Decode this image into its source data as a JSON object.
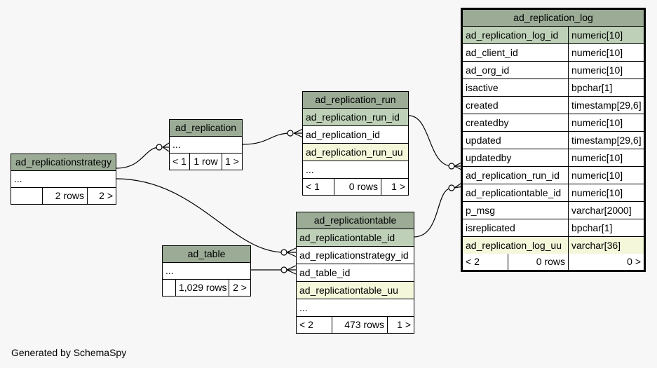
{
  "tables": {
    "ad_replicationstrategy": {
      "name": "ad_replicationstrategy",
      "columns": [
        "..."
      ],
      "footer": {
        "parents": "",
        "rows": "2 rows",
        "children": "2 >"
      }
    },
    "ad_replication": {
      "name": "ad_replication",
      "columns": [
        "..."
      ],
      "footer": {
        "parents": "< 1",
        "rows": "1 row",
        "children": "1 >"
      }
    },
    "ad_replication_run": {
      "name": "ad_replication_run",
      "columns": [
        "ad_replication_run_id",
        "ad_replication_id",
        "ad_replication_run_uu",
        "..."
      ],
      "footer": {
        "parents": "< 1",
        "rows": "0 rows",
        "children": "1 >"
      }
    },
    "ad_table": {
      "name": "ad_table",
      "columns": [
        "..."
      ],
      "footer": {
        "parents": "",
        "rows": "1,029 rows",
        "children": "2 >"
      }
    },
    "ad_replicationtable": {
      "name": "ad_replicationtable",
      "columns": [
        "ad_replicationtable_id",
        "ad_replicationstrategy_id",
        "ad_table_id",
        "ad_replicationtable_uu",
        "..."
      ],
      "footer": {
        "parents": "< 2",
        "rows": "473 rows",
        "children": "1 >"
      }
    },
    "ad_replication_log": {
      "name": "ad_replication_log",
      "columns": [
        {
          "name": "ad_replication_log_id",
          "type": "numeric[10]"
        },
        {
          "name": "ad_client_id",
          "type": "numeric[10]"
        },
        {
          "name": "ad_org_id",
          "type": "numeric[10]"
        },
        {
          "name": "isactive",
          "type": "bpchar[1]"
        },
        {
          "name": "created",
          "type": "timestamp[29,6]"
        },
        {
          "name": "createdby",
          "type": "numeric[10]"
        },
        {
          "name": "updated",
          "type": "timestamp[29,6]"
        },
        {
          "name": "updatedby",
          "type": "numeric[10]"
        },
        {
          "name": "ad_replication_run_id",
          "type": "numeric[10]"
        },
        {
          "name": "ad_replicationtable_id",
          "type": "numeric[10]"
        },
        {
          "name": "p_msg",
          "type": "varchar[2000]"
        },
        {
          "name": "isreplicated",
          "type": "bpchar[1]"
        },
        {
          "name": "ad_replication_log_uu",
          "type": "varchar[36]"
        }
      ],
      "footer": {
        "parents": "< 2",
        "rows": "0 rows",
        "children": "0 >"
      }
    }
  },
  "footer_text": "Generated by SchemaSpy",
  "colors": {
    "header": "#9bab96",
    "primary_key": "#bed1b8",
    "uuid": "#f4f7da",
    "background": "#f7f7f7"
  }
}
